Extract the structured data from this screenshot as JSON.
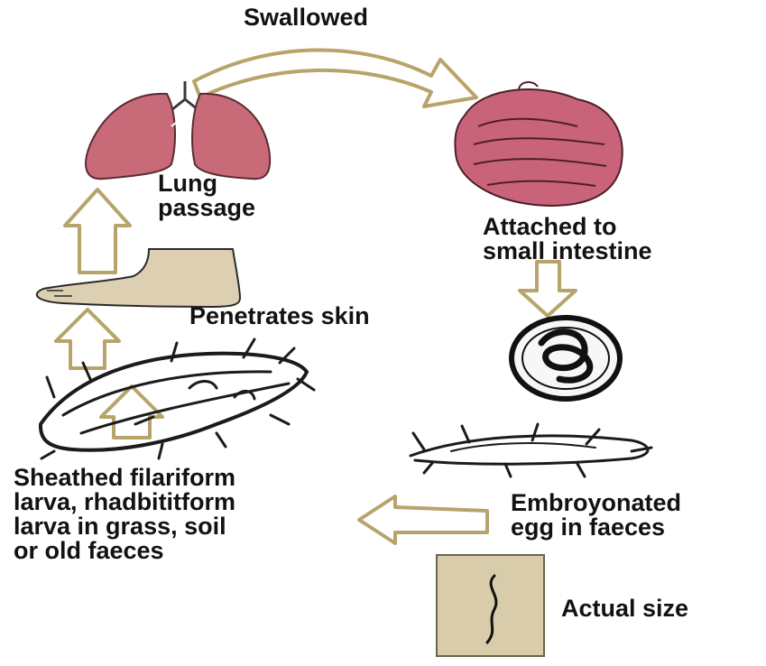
{
  "diagram": {
    "stages": {
      "swallowed": "Swallowed",
      "lung_passage": "Lung\npassage",
      "attached": "Attached to\nsmall intestine",
      "penetrates": "Penetrates skin",
      "larva": "Sheathed filariform\nlarva, rhadbititform\nlarva in grass, soil\nor old faeces",
      "egg": "Embroyonated\negg in faeces",
      "actual_size": "Actual size"
    },
    "colors": {
      "arrow_outline": "#b7a46b",
      "lung_fill": "#c96a78",
      "intestine_fill": "#c9637a",
      "foot_fill": "#ddd0b2",
      "scale_box_fill": "#d8ccaa",
      "ink": "#111111"
    },
    "icons": [
      "lungs-icon",
      "intestine-icon",
      "foot-icon",
      "larva-grass-icon",
      "egg-icon",
      "faeces-icon",
      "worm-scale-icon"
    ]
  }
}
